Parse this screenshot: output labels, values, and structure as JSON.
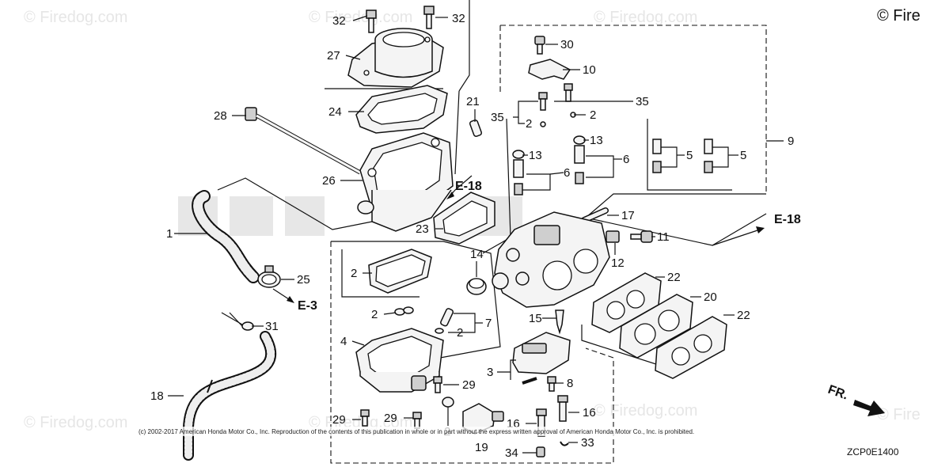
{
  "watermark": {
    "text": "© Firedog.com",
    "corner_text": "© Fire"
  },
  "references": {
    "e18_top": "E-18",
    "e18_right": "E-18",
    "e3": "E-3"
  },
  "direction_label": "FR.",
  "diagram_code": "ZCP0E1400",
  "copyright": "(c) 2002-2017 American Honda Motor Co., Inc. Reproduction of the contents of this publication in whole or in part without the express written approval of American Honda Motor Co., Inc. is prohibited.",
  "callouts": {
    "c32a": "32",
    "c32b": "32",
    "c27": "27",
    "c24": "24",
    "c28": "28",
    "c26": "26",
    "c1": "1",
    "c25": "25",
    "c31": "31",
    "c18": "18",
    "c23": "23",
    "c21": "21",
    "c30": "30",
    "c10": "10",
    "c35a": "35",
    "c2a": "2",
    "c35b": "35",
    "c2b": "2",
    "c13a": "13",
    "c13b": "13",
    "c6a": "6",
    "c6b": "6",
    "c5a": "5",
    "c5b": "5",
    "c9": "9",
    "c17": "17",
    "c11": "11",
    "c12": "12",
    "c14": "14",
    "c22a": "22",
    "c20": "20",
    "c22b": "22",
    "c2c": "2",
    "c2d": "2",
    "c4": "4",
    "c2e": "2",
    "c7": "7",
    "c15": "15",
    "c3": "3",
    "c8": "8",
    "c29a": "29",
    "c29b": "29",
    "c29c": "29",
    "c2f": "2",
    "c16a": "16",
    "c16b": "16",
    "c19": "19",
    "c33": "33",
    "c34": "34"
  }
}
